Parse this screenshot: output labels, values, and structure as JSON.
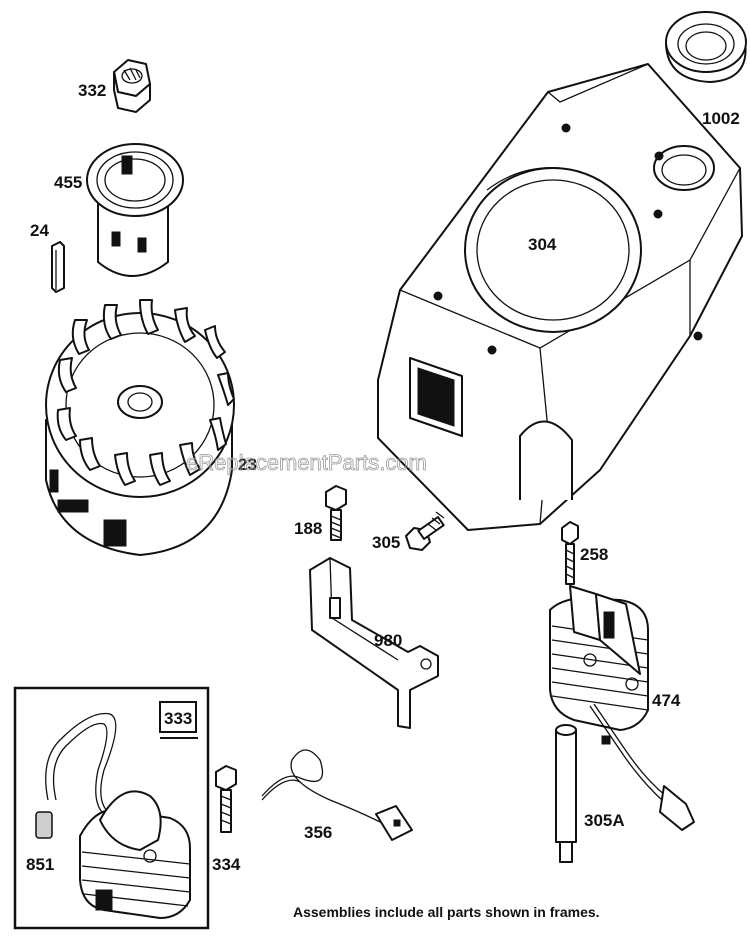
{
  "parts": [
    {
      "id": "332",
      "label": "332",
      "desc": "nut"
    },
    {
      "id": "455",
      "label": "455",
      "desc": "starter cup"
    },
    {
      "id": "24",
      "label": "24",
      "desc": "key"
    },
    {
      "id": "23",
      "label": "23",
      "desc": "flywheel"
    },
    {
      "id": "1002",
      "label": "1002",
      "desc": "grommet"
    },
    {
      "id": "304",
      "label": "304",
      "desc": "blower housing"
    },
    {
      "id": "188",
      "label": "188",
      "desc": "screw"
    },
    {
      "id": "305",
      "label": "305",
      "desc": "screw"
    },
    {
      "id": "258",
      "label": "258",
      "desc": "screw"
    },
    {
      "id": "980",
      "label": "980",
      "desc": "bracket"
    },
    {
      "id": "474",
      "label": "474",
      "desc": "armature"
    },
    {
      "id": "333",
      "label": "333",
      "desc": "assembly frame"
    },
    {
      "id": "851",
      "label": "851",
      "desc": "spark plug boot"
    },
    {
      "id": "334",
      "label": "334",
      "desc": "screw"
    },
    {
      "id": "356",
      "label": "356",
      "desc": "ground wire"
    },
    {
      "id": "305A",
      "label": "305A",
      "desc": "spacer"
    }
  ],
  "watermark": "eReplacementParts.com",
  "footer_note": "Assemblies include all parts shown in frames."
}
